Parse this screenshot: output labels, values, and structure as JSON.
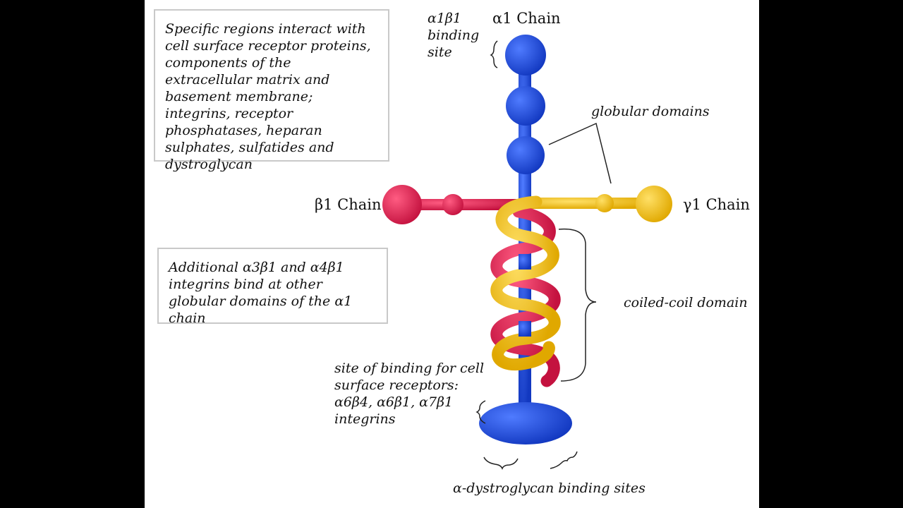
{
  "notes": {
    "top": "Specific regions interact with cell surface receptor proteins, components of the extracellular matrix and basement membrane; integrins, receptor phosphatases, heparan sulphates, sulfatides and dystroglycan",
    "middle": "Additional α3β1 and α4β1 integrins bind at other globular domains of the α1 chain"
  },
  "labels": {
    "alpha_binding_site": "α1β1 binding site",
    "alpha_chain": "α1 Chain",
    "beta_chain": "β1 Chain",
    "gamma_chain": "γ1 Chain",
    "globular_domains": "globular domains",
    "coiled_coil": "coiled-coil domain",
    "receptor_site": "site of binding for cell surface receptors: α6β4, α6β1, α7β1 integrins",
    "dystroglycan_sites": "α-dystroglycan binding sites"
  },
  "colors": {
    "alpha": "#1f4fd8",
    "beta": "#e0285a",
    "gamma": "#f2c21f",
    "frame": "#c9c9c9"
  }
}
